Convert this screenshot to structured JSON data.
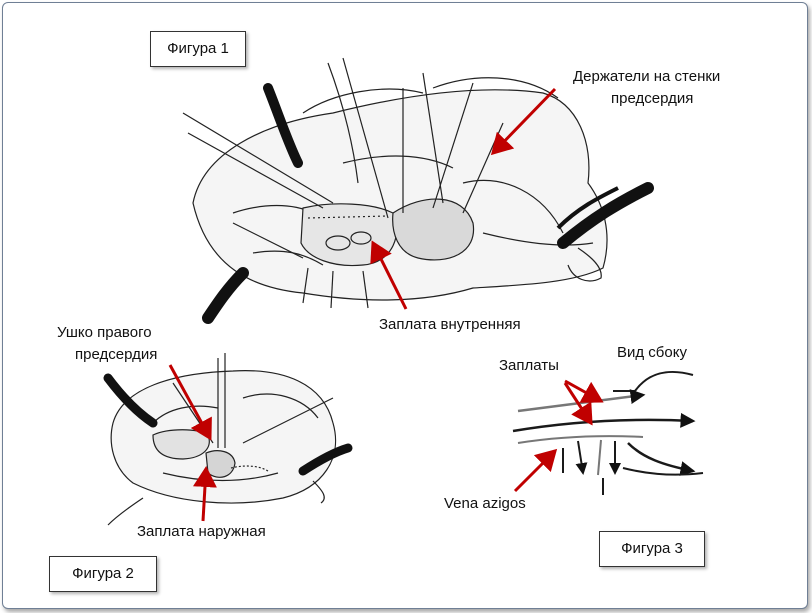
{
  "figures": {
    "fig1_title": "Фигура 1",
    "fig2_title": "Фигура 2",
    "fig3_title": "Фигура 3"
  },
  "labels": {
    "holders_line1": "Держатели на стенки",
    "holders_line2": "предсердия",
    "inner_patch": "Заплата внутренняя",
    "appendage_line1": "Ушко правого",
    "appendage_line2": "предсердия",
    "outer_patch": "Заплата наружная",
    "patches": "Заплаты",
    "side_view": "Вид сбоку",
    "vena_azigos": "Vena azigos"
  },
  "colors": {
    "arrow": "#c00000",
    "ink": "#1a1a1a"
  }
}
